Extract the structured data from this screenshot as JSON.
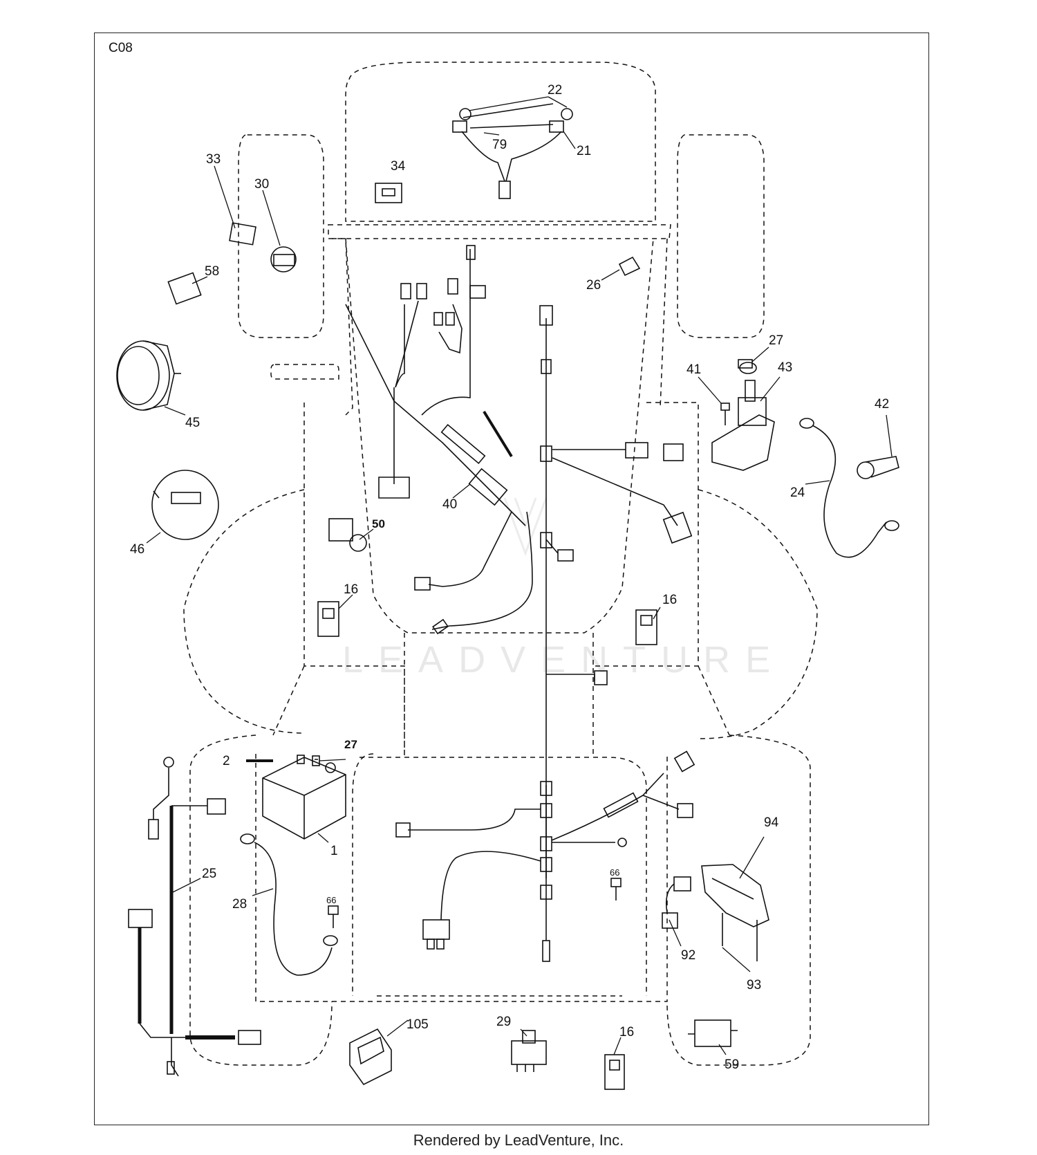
{
  "diagram_code": "C08",
  "watermark": "LEADVENTURE",
  "footer": "Rendered by LeadVenture, Inc.",
  "callouts": {
    "c22": "22",
    "c79": "79",
    "c21": "21",
    "c34": "34",
    "c33": "33",
    "c30": "30",
    "c58": "58",
    "c26": "26",
    "c27a": "27",
    "c41": "41",
    "c43": "43",
    "c42": "42",
    "c24": "24",
    "c45": "45",
    "c46": "46",
    "c40": "40",
    "c50": "50",
    "c16a": "16",
    "c16b": "16",
    "c16c": "16",
    "c2": "2",
    "c27b": "27",
    "c1": "1",
    "c25": "25",
    "c28": "28",
    "c66a": "66",
    "c66b": "66",
    "c94": "94",
    "c92": "92",
    "c93": "93",
    "c105": "105",
    "c29": "29",
    "c59": "59"
  }
}
